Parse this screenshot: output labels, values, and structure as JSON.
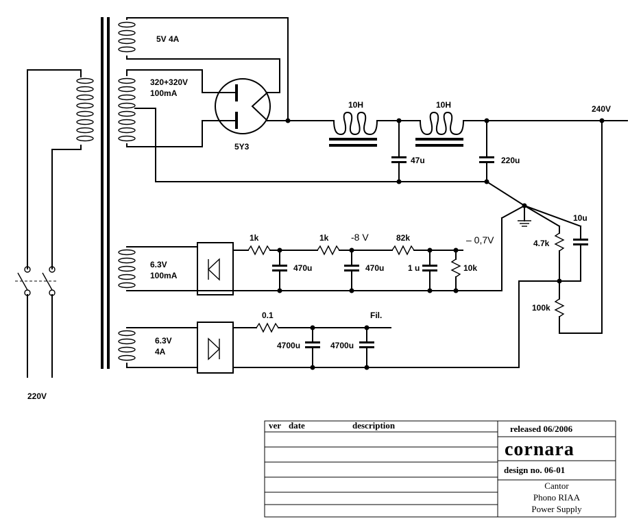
{
  "labels": {
    "tr1_sec1": "5V 4A",
    "tr1_sec2a": "320+320V",
    "tr1_sec2b": "100mA",
    "tube": "5Y3",
    "choke1": "10H",
    "choke2": "10H",
    "hv_out": "240V",
    "cap_47": "47u",
    "cap_220": "220u",
    "cap_10": "10u",
    "res_47k": "4.7k",
    "res_100k": "100k",
    "primary": "220V",
    "tr2_a": "6.3V",
    "tr2_b": "100mA",
    "r1k_a": "1k",
    "r1k_b": "1k",
    "minus8": "-8 V",
    "r82k": "82k",
    "minus07": "– 0,7V",
    "c470_a": "470u",
    "c470_b": "470u",
    "c1u": "1 u",
    "r10k": "10k",
    "tr3_a": "6.3V",
    "tr3_b": "4A",
    "r01": "0.1",
    "fil": "Fil.",
    "c4700_a": "4700u",
    "c4700_b": "4700u"
  },
  "title_block": {
    "hdr_ver": "ver",
    "hdr_date": "date",
    "hdr_desc": "description",
    "released": "released  06/2006",
    "brand": "cornara",
    "design_no": "design no. 06-01",
    "line1": "Cantor",
    "line2": "Phono  RIAA",
    "line3": "Power Supply"
  }
}
